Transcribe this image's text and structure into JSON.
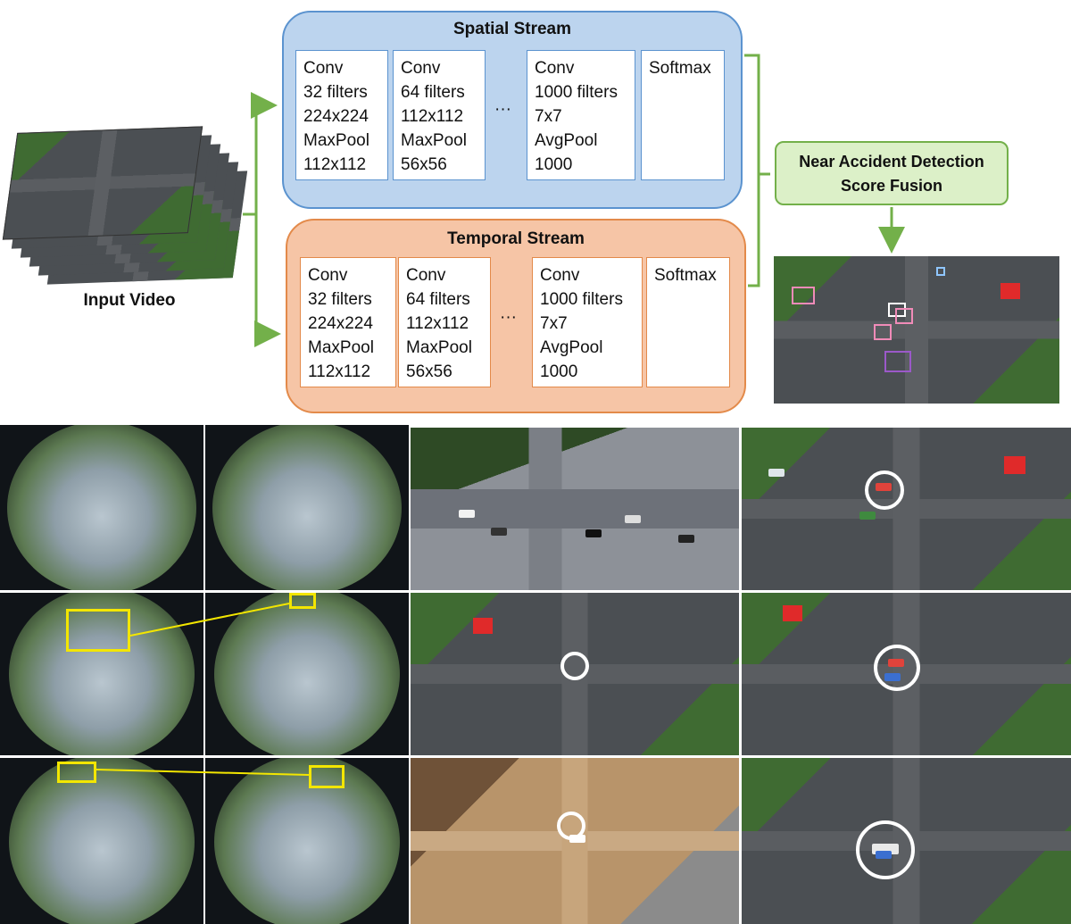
{
  "input": {
    "label": "Input Video"
  },
  "spatial": {
    "title": "Spatial Stream",
    "layers": [
      "Conv\n32 filters\n224x224\nMaxPool\n112x112",
      "Conv\n64 filters\n112x112\nMaxPool\n56x56",
      "Conv\n1000 filters\n7x7\nAvgPool\n1000",
      "Softmax"
    ],
    "ellipsis": "···"
  },
  "temporal": {
    "title": "Temporal Stream",
    "layers": [
      "Conv\n32 filters\n224x224\nMaxPool\n112x112",
      "Conv\n64 filters\n112x112\nMaxPool\n56x56",
      "Conv\n1000 filters\n7x7\nAvgPool\n1000",
      "Softmax"
    ],
    "ellipsis": "···"
  },
  "fusion": {
    "line1": "Near Accident Detection",
    "line2": "Score Fusion"
  },
  "colors": {
    "arrow": "#73b04a",
    "spatial_fill": "#bcd4ee",
    "temporal_fill": "#f6c5a6",
    "highlight_ring": "#ffffff",
    "highlight_box": "#f3e600"
  }
}
